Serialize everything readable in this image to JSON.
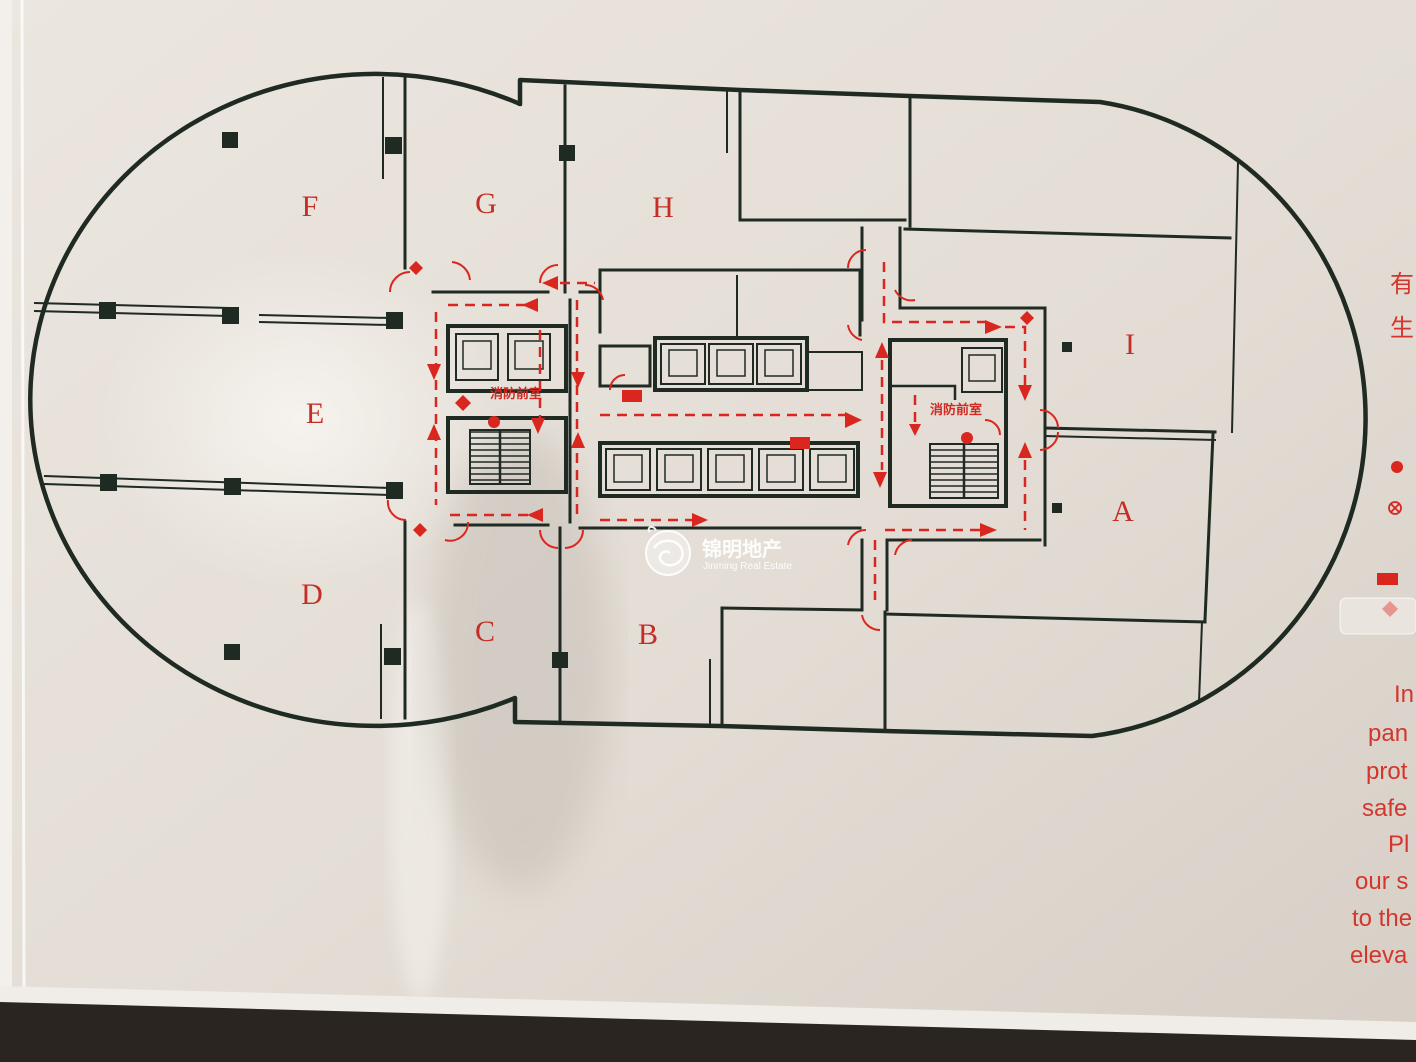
{
  "rooms": [
    "F",
    "G",
    "H",
    "E",
    "I",
    "D",
    "C",
    "B",
    "A"
  ],
  "vestibule_labels": [
    "消防前室",
    "消防前室"
  ],
  "watermark": {
    "name_cn": "锦明地产",
    "name_en": "Jinming Real Estate"
  },
  "side_notice": {
    "cn_fragments": [
      "有",
      "生"
    ],
    "en_fragments": [
      "In",
      "pan",
      "prot",
      "safe",
      "Pl",
      "our s",
      "to the",
      "eleva"
    ]
  },
  "legend": [
    {
      "icon": "red-dot-icon"
    },
    {
      "icon": "circled-cross-icon"
    },
    {
      "icon": "red-rectangle-icon"
    },
    {
      "icon": "red-diamond-icon"
    }
  ],
  "colors": {
    "panel": "#e3ddd5",
    "wall": "#1f2a23",
    "evacuation": "#d9271f",
    "room_label": "#c62d26"
  }
}
